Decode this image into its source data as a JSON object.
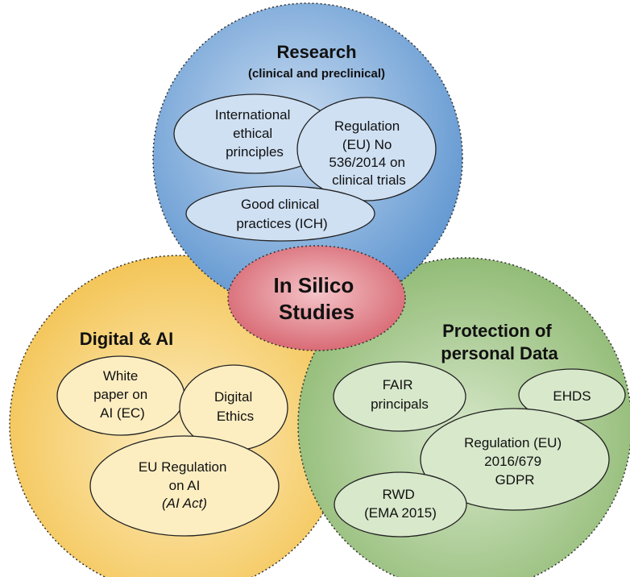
{
  "center": {
    "lines": [
      "In Silico",
      "Studies"
    ],
    "color": "#d9707a"
  },
  "circles": {
    "research": {
      "title": "Research",
      "subtitle": "(clinical and preclinical)",
      "color": "#5b9bd5",
      "items": [
        {
          "lines": [
            "International",
            "ethical",
            "principles"
          ]
        },
        {
          "lines": [
            "Regulation",
            "(EU) No",
            "536/2014 on",
            "clinical trials"
          ]
        },
        {
          "lines": [
            "Good clinical",
            "practices (ICH)"
          ]
        }
      ]
    },
    "digital": {
      "title": "Digital & AI",
      "color": "#f2c14e",
      "items": [
        {
          "lines": [
            "White",
            "paper on",
            "AI (EC)"
          ]
        },
        {
          "lines": [
            "Digital",
            "Ethics"
          ]
        },
        {
          "lines": [
            "EU Regulation",
            "on AI"
          ],
          "note": "(AI Act)"
        }
      ]
    },
    "protection": {
      "title_lines": [
        "Protection of",
        "personal Data"
      ],
      "color": "#8fbc6e",
      "items": [
        {
          "lines": [
            "FAIR",
            "principals"
          ]
        },
        {
          "lines": [
            "EHDS"
          ]
        },
        {
          "lines": [
            "Regulation (EU)",
            "2016/679",
            "GDPR"
          ]
        },
        {
          "lines": [
            "RWD",
            "(EMA 2015)"
          ]
        }
      ]
    }
  }
}
